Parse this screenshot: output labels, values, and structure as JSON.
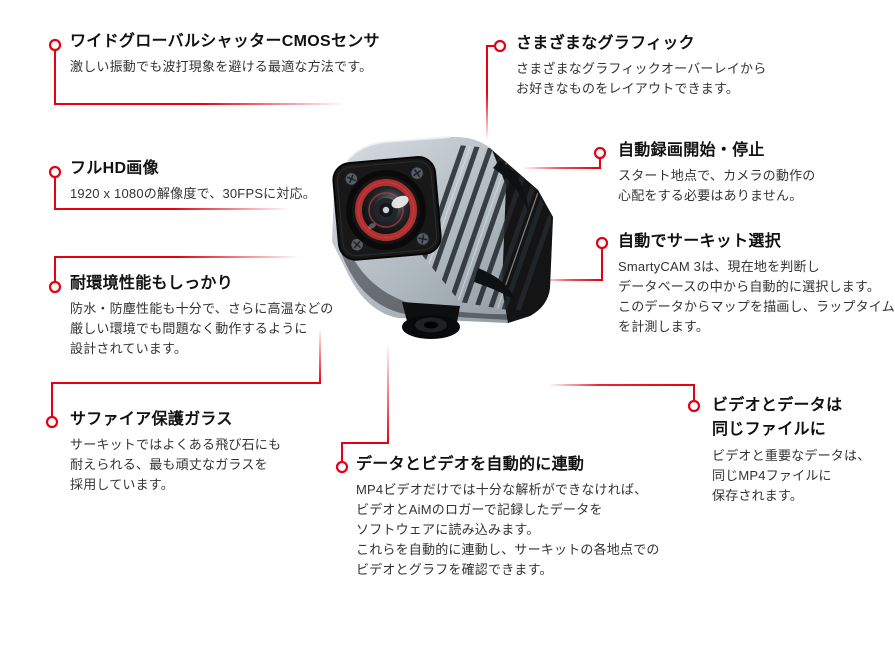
{
  "page": {
    "background": "#ffffff",
    "accent_red": "#e60012",
    "title_color": "#111111",
    "body_color": "#333333"
  },
  "product": {
    "name": "SmartyCAM 3",
    "image": "smartycam-3-action-camera"
  },
  "callouts": [
    {
      "id": "cmos-sensor",
      "title": "ワイドグローバルシャッターCMOSセンサ",
      "body": [
        "激しい振動でも波打現象を避ける最適な方法です。"
      ]
    },
    {
      "id": "graphics",
      "title": "さまざまなグラフィック",
      "body": [
        "さまざまなグラフィックオーバーレイから",
        "お好きなものをレイアウトできます。"
      ]
    },
    {
      "id": "full-hd",
      "title": "フルHD画像",
      "body": [
        "1920 x 1080の解像度で、30FPSに対応。"
      ]
    },
    {
      "id": "auto-record",
      "title": "自動録画開始・停止",
      "body": [
        "スタート地点で、カメラの動作の",
        "心配をする必要はありません。"
      ]
    },
    {
      "id": "circuit-select",
      "title": "自動でサーキット選択",
      "body": [
        "SmartyCAM 3は、現在地を判断し",
        "データベースの中から自動的に選択します。",
        "このデータからマップを描画し、ラップタイム",
        "を計測します。"
      ]
    },
    {
      "id": "environment",
      "title": "耐環境性能もしっかり",
      "body": [
        "防水・防塵性能も十分で、さらに高温などの",
        "厳しい環境でも問題なく動作するように",
        "設計されています。"
      ]
    },
    {
      "id": "sapphire-glass",
      "title": "サファイア保護ガラス",
      "body": [
        "サーキットではよくある飛び石にも",
        "耐えられる、最も頑丈なガラスを",
        "採用しています。"
      ]
    },
    {
      "id": "data-video-link",
      "title": "データとビデオを自動的に連動",
      "body": [
        "MP4ビデオだけでは十分な解析ができなければ、",
        "ビデオとAiMのロガーで記録したデータを",
        "ソフトウェアに読み込みます。",
        "これらを自動的に連動し、サーキットの各地点での",
        "ビデオとグラフを確認できます。"
      ]
    },
    {
      "id": "same-file",
      "title": "ビデオとデータは\n同じファイルに",
      "body": [
        "ビデオと重要なデータは、",
        "同じMP4ファイルに",
        "保存されます。"
      ]
    }
  ]
}
